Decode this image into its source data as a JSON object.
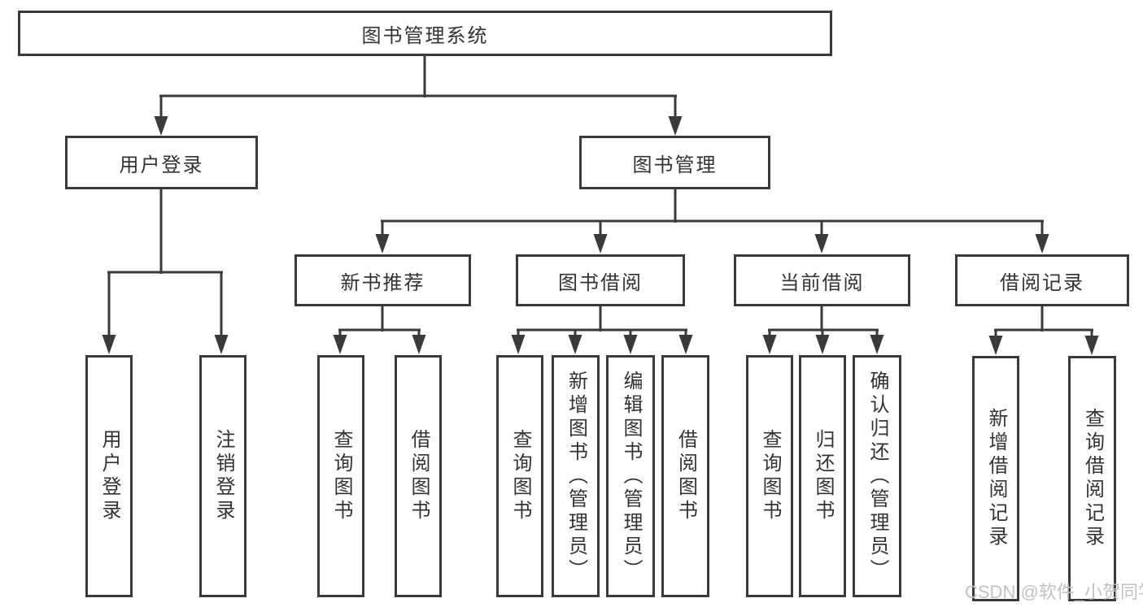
{
  "tree": {
    "root": "图书管理系统",
    "branches": [
      {
        "label": "用户登录",
        "leaves": [
          "用户登录",
          "注销登录"
        ]
      },
      {
        "label": "图书管理",
        "groups": [
          {
            "label": "新书推荐",
            "leaves": [
              "查询图书",
              "借阅图书"
            ]
          },
          {
            "label": "图书借阅",
            "leaves": [
              "查询图书",
              "新增图书（管理员）",
              "编辑图书（管理员）",
              "借阅图书"
            ]
          },
          {
            "label": "当前借阅",
            "leaves": [
              "查询图书",
              "归还图书",
              "确认归还（管理员）"
            ]
          },
          {
            "label": "借阅记录",
            "leaves": [
              "新增借阅记录",
              "查询借阅记录"
            ]
          }
        ]
      }
    ]
  },
  "watermark": "CSDN @软件_小贺同学",
  "colors": {
    "line": "#3a3a3a",
    "text": "#333333",
    "watermark": "#c2c2c2",
    "background": "#ffffff"
  }
}
